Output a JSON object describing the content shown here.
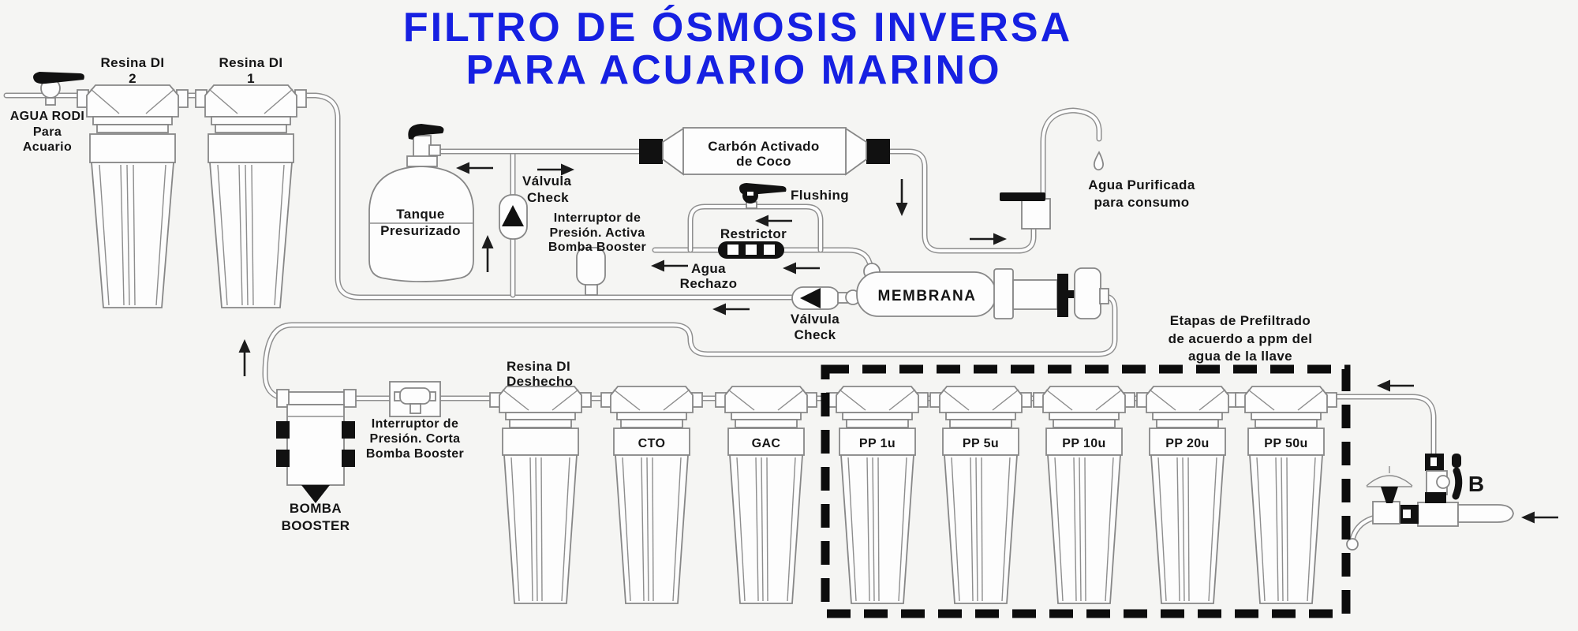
{
  "title": {
    "line1": "FILTRO DE ÓSMOSIS INVERSA",
    "line2": "PARA ACUARIO MARINO"
  },
  "colors": {
    "title_blue": "#1620e2",
    "line_gray": "#8f8f8f",
    "accent_black": "#111111",
    "background": "#f5f5f3"
  },
  "source": {
    "label_lines": [
      "AGUA RODI",
      "Para",
      "Acuario"
    ]
  },
  "di_stage": {
    "filter2_label_lines": [
      "Resina DI",
      "2"
    ],
    "filter1_label_lines": [
      "Resina DI",
      "1"
    ]
  },
  "tank": {
    "label_lines": [
      "Tanque",
      "Presurizado"
    ]
  },
  "check_valve_tank": {
    "label_lines": [
      "Válvula",
      "Check"
    ]
  },
  "pressure_switch_high": {
    "label_lines": [
      "Interruptor de",
      "Presión. Activa",
      "Bomba Booster"
    ]
  },
  "carbon_filter": {
    "label_lines": [
      "Carbón Activado",
      "de Coco"
    ]
  },
  "flushing": {
    "label": "Flushing"
  },
  "restrictor": {
    "label": "Restrictor"
  },
  "reject": {
    "label_lines": [
      "Agua",
      "Rechazo"
    ]
  },
  "check_valve_membrane": {
    "label_lines": [
      "Válvula",
      "Check"
    ]
  },
  "membrane": {
    "label": "MEMBRANA"
  },
  "purified": {
    "label_lines": [
      "Agua Purificada",
      "para consumo"
    ]
  },
  "prefilter_box": {
    "label_lines": [
      "Etapas de Prefiltrado",
      "de acuerdo a ppm del",
      "agua de la llave"
    ]
  },
  "di_waste": {
    "label_lines": [
      "Resina DI",
      "Deshecho"
    ]
  },
  "pressure_switch_low": {
    "label_lines": [
      "Interruptor de",
      "Presión. Corta",
      "Bomba Booster"
    ]
  },
  "booster": {
    "label_lines": [
      "BOMBA",
      "BOOSTER"
    ]
  },
  "bypass_valve": {
    "label": "B"
  },
  "cartridges": {
    "cto": "CTO",
    "gac": "GAC",
    "pp1": "PP 1u",
    "pp5": "PP 5u",
    "pp10": "PP 10u",
    "pp20": "PP 20u",
    "pp50": "PP 50u"
  }
}
